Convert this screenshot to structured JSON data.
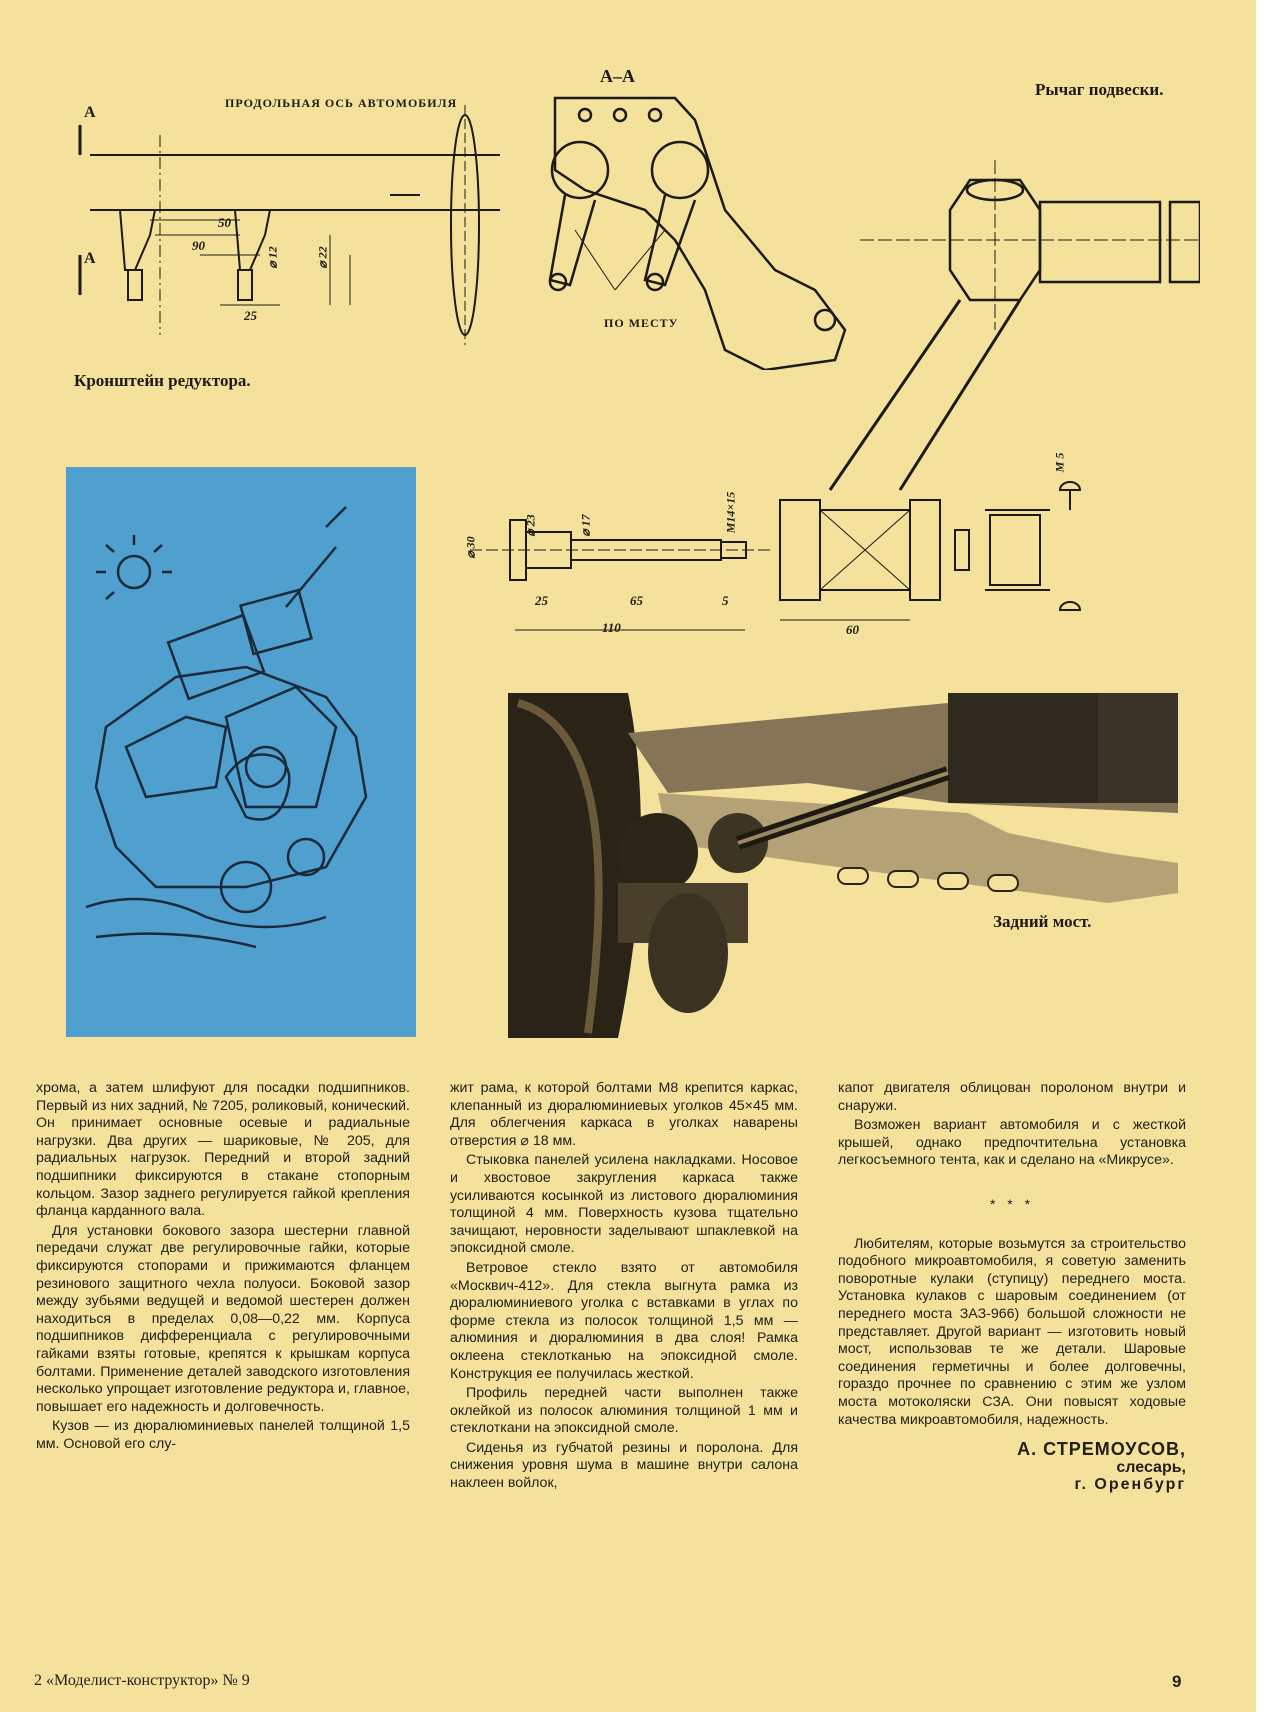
{
  "captions": {
    "lever": "Рычаг подвески.",
    "bracket": "Кронштейн редуктора.",
    "rear_axle": "Задний мост."
  },
  "drawing_labels": {
    "section": "А–А",
    "long_axis": "ПРОДОЛЬНАЯ ОСЬ АВТОМОБИЛЯ",
    "section_mark": "А",
    "dim_50": "50",
    "dim_90": "90",
    "dim_25": "25",
    "dim_d12": "⌀ 12",
    "dim_d22": "⌀ 22",
    "in_place": "ПО МЕСТУ",
    "shaft_d30": "⌀ 30",
    "shaft_d23": "⌀ 23",
    "shaft_d17": "⌀ 17",
    "thread_m14": "М14×15",
    "shaft_25": "25",
    "shaft_65": "65",
    "shaft_5": "5",
    "shaft_110": "110",
    "hub_60": "60",
    "bolt_m5": "М 5"
  },
  "columns": {
    "col1": [
      "хрома, а затем шлифуют для посадки подшипников. Первый из них задний, № 7205, роликовый, конический. Он принимает основные осевые и радиальные нагрузки. Два других — шариковые, № 205, для радиальных нагрузок. Передний и второй задний подшипники фиксируются в стакане стопорным кольцом. Зазор заднего регулируется гайкой крепления фланца карданного вала.",
      "Для установки бокового зазора шестерни главной передачи служат две регулировочные гайки, которые фиксируются стопорами и прижимаются фланцем резинового защитного чехла полуоси. Боковой зазор между зубьями ведущей и ведомой шестерен должен находиться в пределах 0,08—0,22 мм. Корпуса подшипников дифференциала с регулировочными гайками взяты готовые, крепятся к крышкам корпуса болтами. Применение деталей заводского изготовления несколько упрощает изготовление редуктора и, главное, повышает его надежность и долговечность.",
      "Кузов — из дюралюминиевых панелей толщиной 1,5 мм. Основой его слу-"
    ],
    "col2": [
      "жит рама, к которой болтами М8 крепится каркас, клепанный из дюралюминиевых уголков 45×45 мм. Для облегчения каркаса в уголках наварены отверстия ⌀ 18 мм.",
      "Стыковка панелей усилена накладками. Носовое и хвостовое закругления каркаса также усиливаются косынкой из листового дюралюминия толщиной 4 мм. Поверхность кузова тщательно зачищают, неровности заделывают шпаклевкой на эпоксидной смоле.",
      "Ветровое стекло взято от автомобиля «Москвич-412». Для стекла выгнута рамка из дюралюминиевого уголка с вставками в углах по форме стекла из полосок толщиной 1,5 мм — алюминия и дюралюминия в два слоя! Рамка оклеена стеклотканью на эпоксидной смоле. Конструкция ее получилась жесткой.",
      "Профиль передней части выполнен также оклейкой из полосок алюминия толщиной 1 мм и стеклоткани на эпоксидной смоле.",
      "Сиденья из губчатой резины и поролона. Для снижения уровня шума в машине внутри салона наклеен войлок,"
    ],
    "col3": [
      "капот двигателя облицован поролоном внутри и снаружи.",
      "Возможен вариант автомобиля и с жесткой крышей, однако предпочтительна установка легкосъемного тента, как и сделано на «Микрусе».",
      "Любителям, которые возьмутся за строительство подобного микроавтомобиля, я советую заменить поворотные кулаки (ступицу) переднего моста. Установка кулаков с шаровым соединением (от переднего моста ЗАЗ-966) большой сложности не представляет. Другой вариант — изготовить новый мост, использовав те же детали. Шаровые соединения герметичны и более долговечны, гораздо прочнее по сравнению с этим же узлом моста мотоколяски СЗА. Они повысят ходовые качества микроавтомобиля, надежность."
    ],
    "stars": "* * *"
  },
  "signature": {
    "name": "А. СТРЕМОУСОВ,",
    "profession": "слесарь,",
    "city": "г. Оренбург"
  },
  "footer": {
    "journal": "2 «Моделист-конструктор» № 9",
    "page_number": "9"
  },
  "colors": {
    "paper": "#f4e29c",
    "illustration_bg": "#4f9fcf",
    "ink": "#1c1a14"
  }
}
